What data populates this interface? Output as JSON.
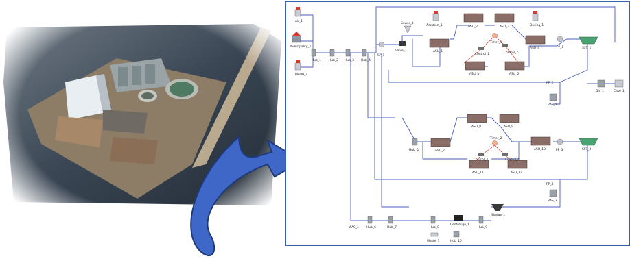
{
  "photo": {
    "subject": "aerial-wastewater-treatment-plant"
  },
  "arrow": {
    "color": "#3f67c8"
  },
  "diagram": {
    "border_color": "#3a5fb3",
    "pipe_color": "#4a5fc1",
    "control_color": "#d23a2a",
    "labels": {
      "air": "Air_1",
      "influent": "Municipality_1",
      "methanol": "MeOH_1",
      "hub1": "Hub_1",
      "hub2": "Hub_2",
      "hub3": "Hub_3",
      "hub4": "Hub_4",
      "split1": "SP_1",
      "valve1": "Valve_1",
      "sewer1": "Sewer_1",
      "aeration": "Aeration_1",
      "dosing": "Dosing_1",
      "asu1": "ASU_1",
      "asu2": "ASU_2",
      "asu3": "ASU_3",
      "asu4": "ASU_4",
      "asu5": "ASU_5",
      "asu6": "ASU_6",
      "asu7": "ASU_7",
      "asu8": "ASU_8",
      "asu9": "ASU_9",
      "asu10": "ASU_10",
      "asu11": "ASU_11",
      "asu12": "ASU_12",
      "timer1": "Timer_1",
      "timer2": "Timer_2",
      "control1": "Control_1",
      "control2": "Control_2",
      "control3": "Control_3",
      "control4": "Control_4",
      "pp1": "PP_1",
      "pp2": "PP_2",
      "pp3": "PP_3",
      "pp4": "PP_4",
      "sst1": "SST_1",
      "sst2": "SST_2",
      "ras1": "RAS_1",
      "ras2": "RAS_2",
      "hub5": "Hub_5",
      "hub6": "Hub_6",
      "hub7": "Hub_7",
      "hub8": "Hub_8",
      "hub9": "Hub_9",
      "hub10": "Hub_10",
      "waste1": "Waste_1",
      "was1": "WAS_1",
      "centrifuge": "Centrifuge_1",
      "dewater": "Cake_1",
      "sludge": "Sludge_1",
      "disch": "Dis_1"
    }
  }
}
